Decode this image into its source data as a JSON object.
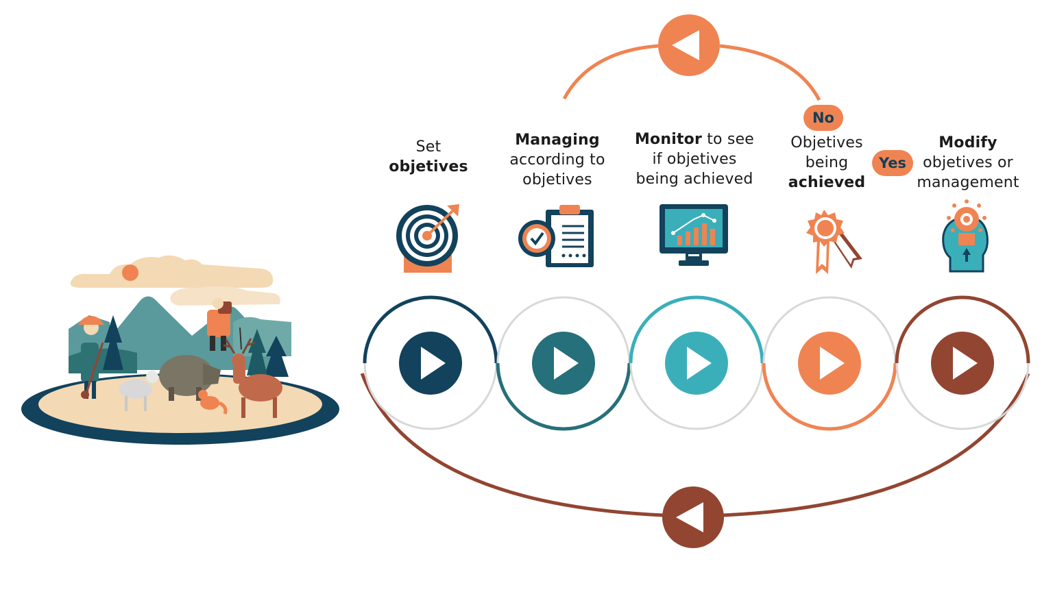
{
  "steps": [
    {
      "lines": [
        {
          "text": "Set",
          "bold": false
        },
        {
          "text": "objetives",
          "bold": true
        }
      ]
    },
    {
      "lines": [
        {
          "text": "Managing",
          "bold": true
        },
        {
          "text": "according to",
          "bold": false
        },
        {
          "text": "objetives",
          "bold": false
        }
      ]
    },
    {
      "lines": [
        {
          "bold_text": "Monitor",
          "text": " to see"
        },
        {
          "text": "if objetives",
          "bold": false
        },
        {
          "text": "being achieved",
          "bold": false
        }
      ]
    },
    {
      "lines": [
        {
          "text": "Objetives",
          "bold": false
        },
        {
          "text": "being",
          "bold": false
        },
        {
          "text": "achieved",
          "bold": true
        }
      ]
    },
    {
      "lines": [
        {
          "text": "Modify",
          "bold": true
        },
        {
          "text": "objetives or",
          "bold": false
        },
        {
          "text": "management",
          "bold": false
        }
      ]
    }
  ],
  "decisions": {
    "no": "No",
    "yes": "Yes"
  },
  "icons": [
    "target-icon",
    "clipboard-check-icon",
    "monitor-chart-icon",
    "award-ribbon-icon",
    "idea-head-icon"
  ],
  "colors": {
    "navy": "#12425c",
    "dark_teal": "#25707a",
    "teal": "#3aafba",
    "orange": "#ef8452",
    "brown": "#924531",
    "gray_ring": "#d8d8d8"
  }
}
